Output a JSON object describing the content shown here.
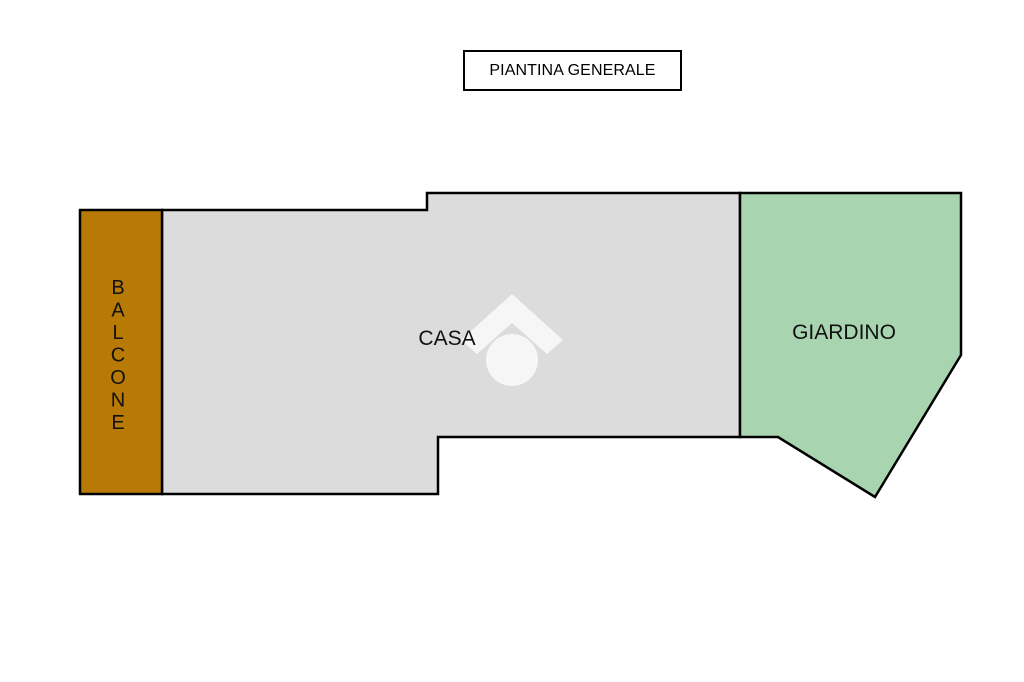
{
  "title": "PIANTINA GENERALE",
  "rooms": {
    "balcone": {
      "label": "BALCONE",
      "color": "#B87A05"
    },
    "casa": {
      "label": "CASA",
      "color": "#DCDCDC"
    },
    "giardino": {
      "label": "GIARDINO",
      "color": "#A8D5B0"
    }
  },
  "watermark": {
    "icon": "house-logo-icon",
    "color": "#FFFFFF"
  },
  "outline_color": "#000000"
}
